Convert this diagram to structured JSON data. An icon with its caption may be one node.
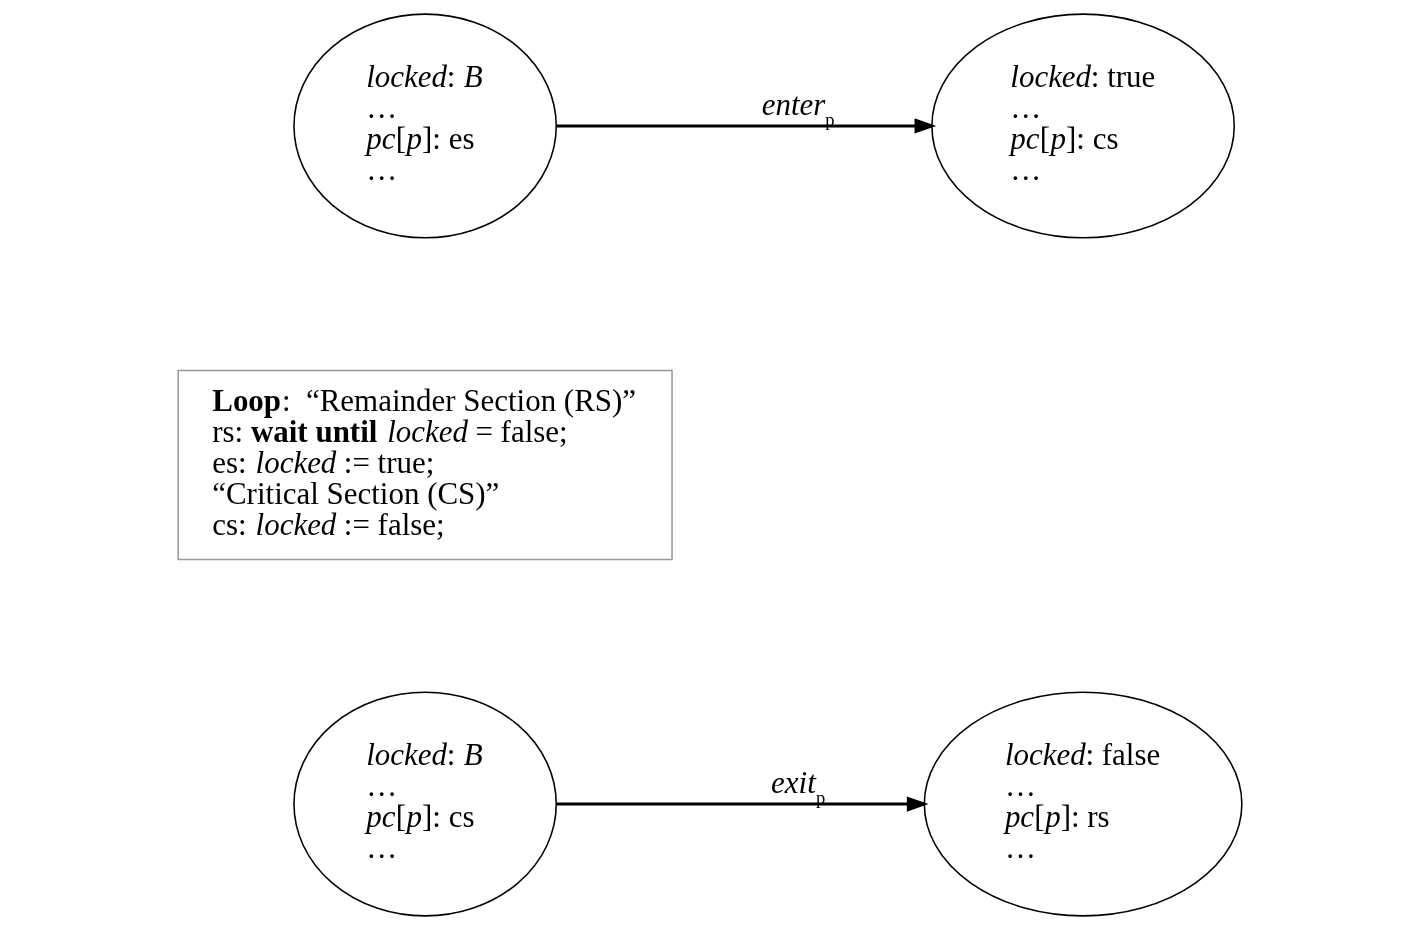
{
  "diagram": {
    "nodes": [
      {
        "text": [
          "*locked*: *B*",
          "…",
          "*pc*[*p*]: es",
          "…"
        ]
      },
      {
        "text": [
          "*locked*: true",
          "…",
          "*pc*[*p*]: cs",
          "…"
        ]
      },
      {
        "text": [
          "**Loop**:  “Remainder Section (RS)”",
          "rs: **wait until** *locked* = false;",
          "es: *locked* := true;",
          "“Critical Section (CS)”",
          "cs: *locked* := false;"
        ]
      },
      {
        "text": [
          "*locked*: *B*",
          "…",
          "*pc*[*p*]: cs",
          "…"
        ]
      },
      {
        "text": [
          "*locked*: false",
          "…",
          "*pc*[*p*]: rs",
          "…"
        ]
      }
    ],
    "edges": [
      {
        "from": 0,
        "to": 1,
        "arrow": "to",
        "label": "*enter*$_{p}$"
      },
      {
        "from": 3,
        "to": 4,
        "arrow": "to",
        "label": "*exit*$_{p}$"
      }
    ]
  }
}
